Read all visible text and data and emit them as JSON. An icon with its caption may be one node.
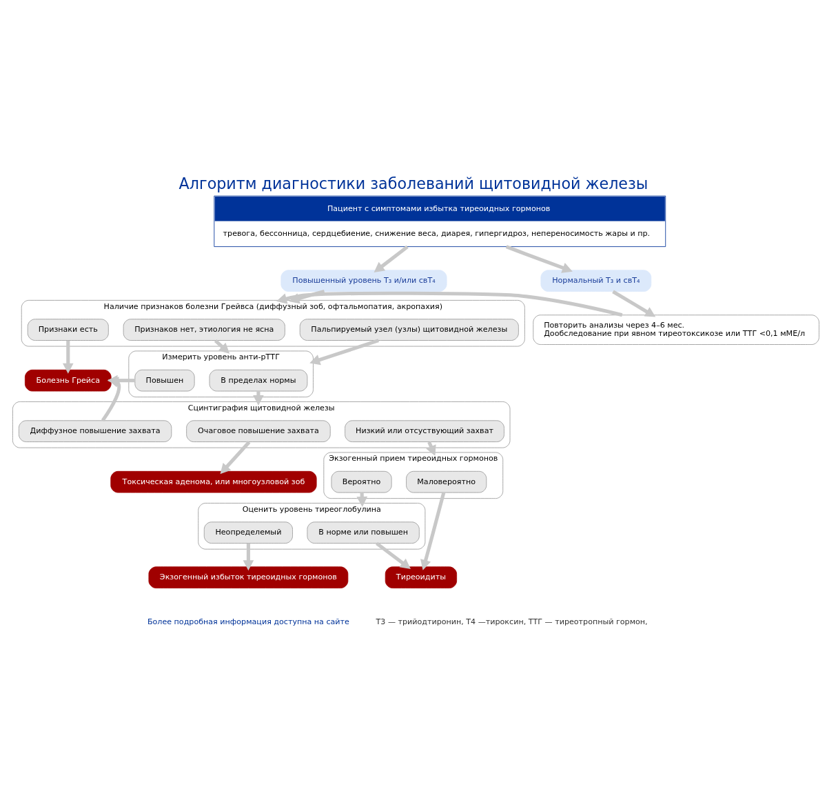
{
  "diagram": {
    "title": "Алгоритм диагностики заболеваний щитовидной железы",
    "nodes": [
      {
        "text": [
          "Пациент с симптомами избытка тиреоидных гормонов",
          "тревога, бессонница, сердцебиение, снижение веса, диарея, гипергидроз, непереносимость жары и пр."
        ]
      },
      {
        "text": [
          "Повышенный уровень Т₃ и/или свТ₄"
        ]
      },
      {
        "text": [
          "Нормальный Т₃ и свТ₄"
        ]
      },
      {
        "text": [
          "Наличие признаков болезни Грейвса (диффузный зоб, офтальмопатия, акропахия)"
        ]
      },
      {
        "text": [
          "Признаки есть"
        ],
        "in": 3
      },
      {
        "text": [
          "Признаков нет, этиология не ясна"
        ],
        "in": 3
      },
      {
        "text": [
          "Пальпируемый узел (узлы) щитовидной железы"
        ],
        "in": 3
      },
      {
        "text": [
          "Повторить анализы через 4–6 мес.",
          "Дообследование при явном тиреотоксикозе или ТТГ <0,1 мМЕ/л"
        ]
      },
      {
        "text": [
          "Болезнь Грейса"
        ]
      },
      {
        "text": [
          "Измерить уровень анти-рТТГ"
        ]
      },
      {
        "text": [
          "Повышен"
        ],
        "in": 9
      },
      {
        "text": [
          "В пределах нормы"
        ],
        "in": 9
      },
      {
        "text": [
          "Сцинтиграфия щитовидной железы"
        ]
      },
      {
        "text": [
          "Диффузное повышение захвата"
        ],
        "in": 12
      },
      {
        "text": [
          "Очаговое повышение захвата"
        ],
        "in": 12
      },
      {
        "text": [
          "Низкий или отсуствующий захват"
        ],
        "in": 12
      },
      {
        "text": [
          "Токсическая аденома, или многоузловой зоб"
        ]
      },
      {
        "text": [
          "Экзогенный прием тиреоидных гормонов"
        ]
      },
      {
        "text": [
          "Вероятно"
        ],
        "in": 17
      },
      {
        "text": [
          "Маловероятно"
        ],
        "in": 17
      },
      {
        "text": [
          "Экзогенный избыток тиреоидных гормонов"
        ]
      },
      {
        "text": [
          "Оценить уровень тиреоглобулина"
        ]
      },
      {
        "text": [
          "Неопределемый"
        ],
        "in": 21
      },
      {
        "text": [
          "В норме или повышен"
        ],
        "in": 21
      },
      {
        "text": [
          "Тиреоидиты"
        ]
      }
    ],
    "edges": [
      {
        "from": 0,
        "to": 1,
        "arrow": "to"
      },
      {
        "from": 0,
        "to": 2,
        "arrow": "to"
      },
      {
        "from": 1,
        "to": 3,
        "arrow": "to"
      },
      {
        "from": 2,
        "to": 7,
        "arrow": "to"
      },
      {
        "from": 7,
        "to": 3,
        "arrow": "to"
      },
      {
        "from": 4,
        "to": 8,
        "arrow": "to"
      },
      {
        "from": 5,
        "to": 9,
        "arrow": "to"
      },
      {
        "from": 6,
        "to": 9,
        "arrow": "to"
      },
      {
        "from": 10,
        "to": 8,
        "arrow": "to"
      },
      {
        "from": 11,
        "to": 12,
        "arrow": "to"
      },
      {
        "from": 13,
        "to": 8,
        "arrow": "to"
      },
      {
        "from": 14,
        "to": 16,
        "arrow": "to"
      },
      {
        "from": 15,
        "to": 17,
        "arrow": "to"
      },
      {
        "from": 18,
        "to": 21,
        "arrow": "to"
      },
      {
        "from": 19,
        "to": 24,
        "arrow": "to"
      },
      {
        "from": 22,
        "to": 20,
        "arrow": "to"
      },
      {
        "from": 23,
        "to": 24,
        "arrow": "to"
      }
    ],
    "labels": [
      "Более подробная информация доступна на сайте",
      "Т3 — трийодтиронин, Т4 —тироксин, ТТГ — тиреотропный гормон,"
    ]
  }
}
